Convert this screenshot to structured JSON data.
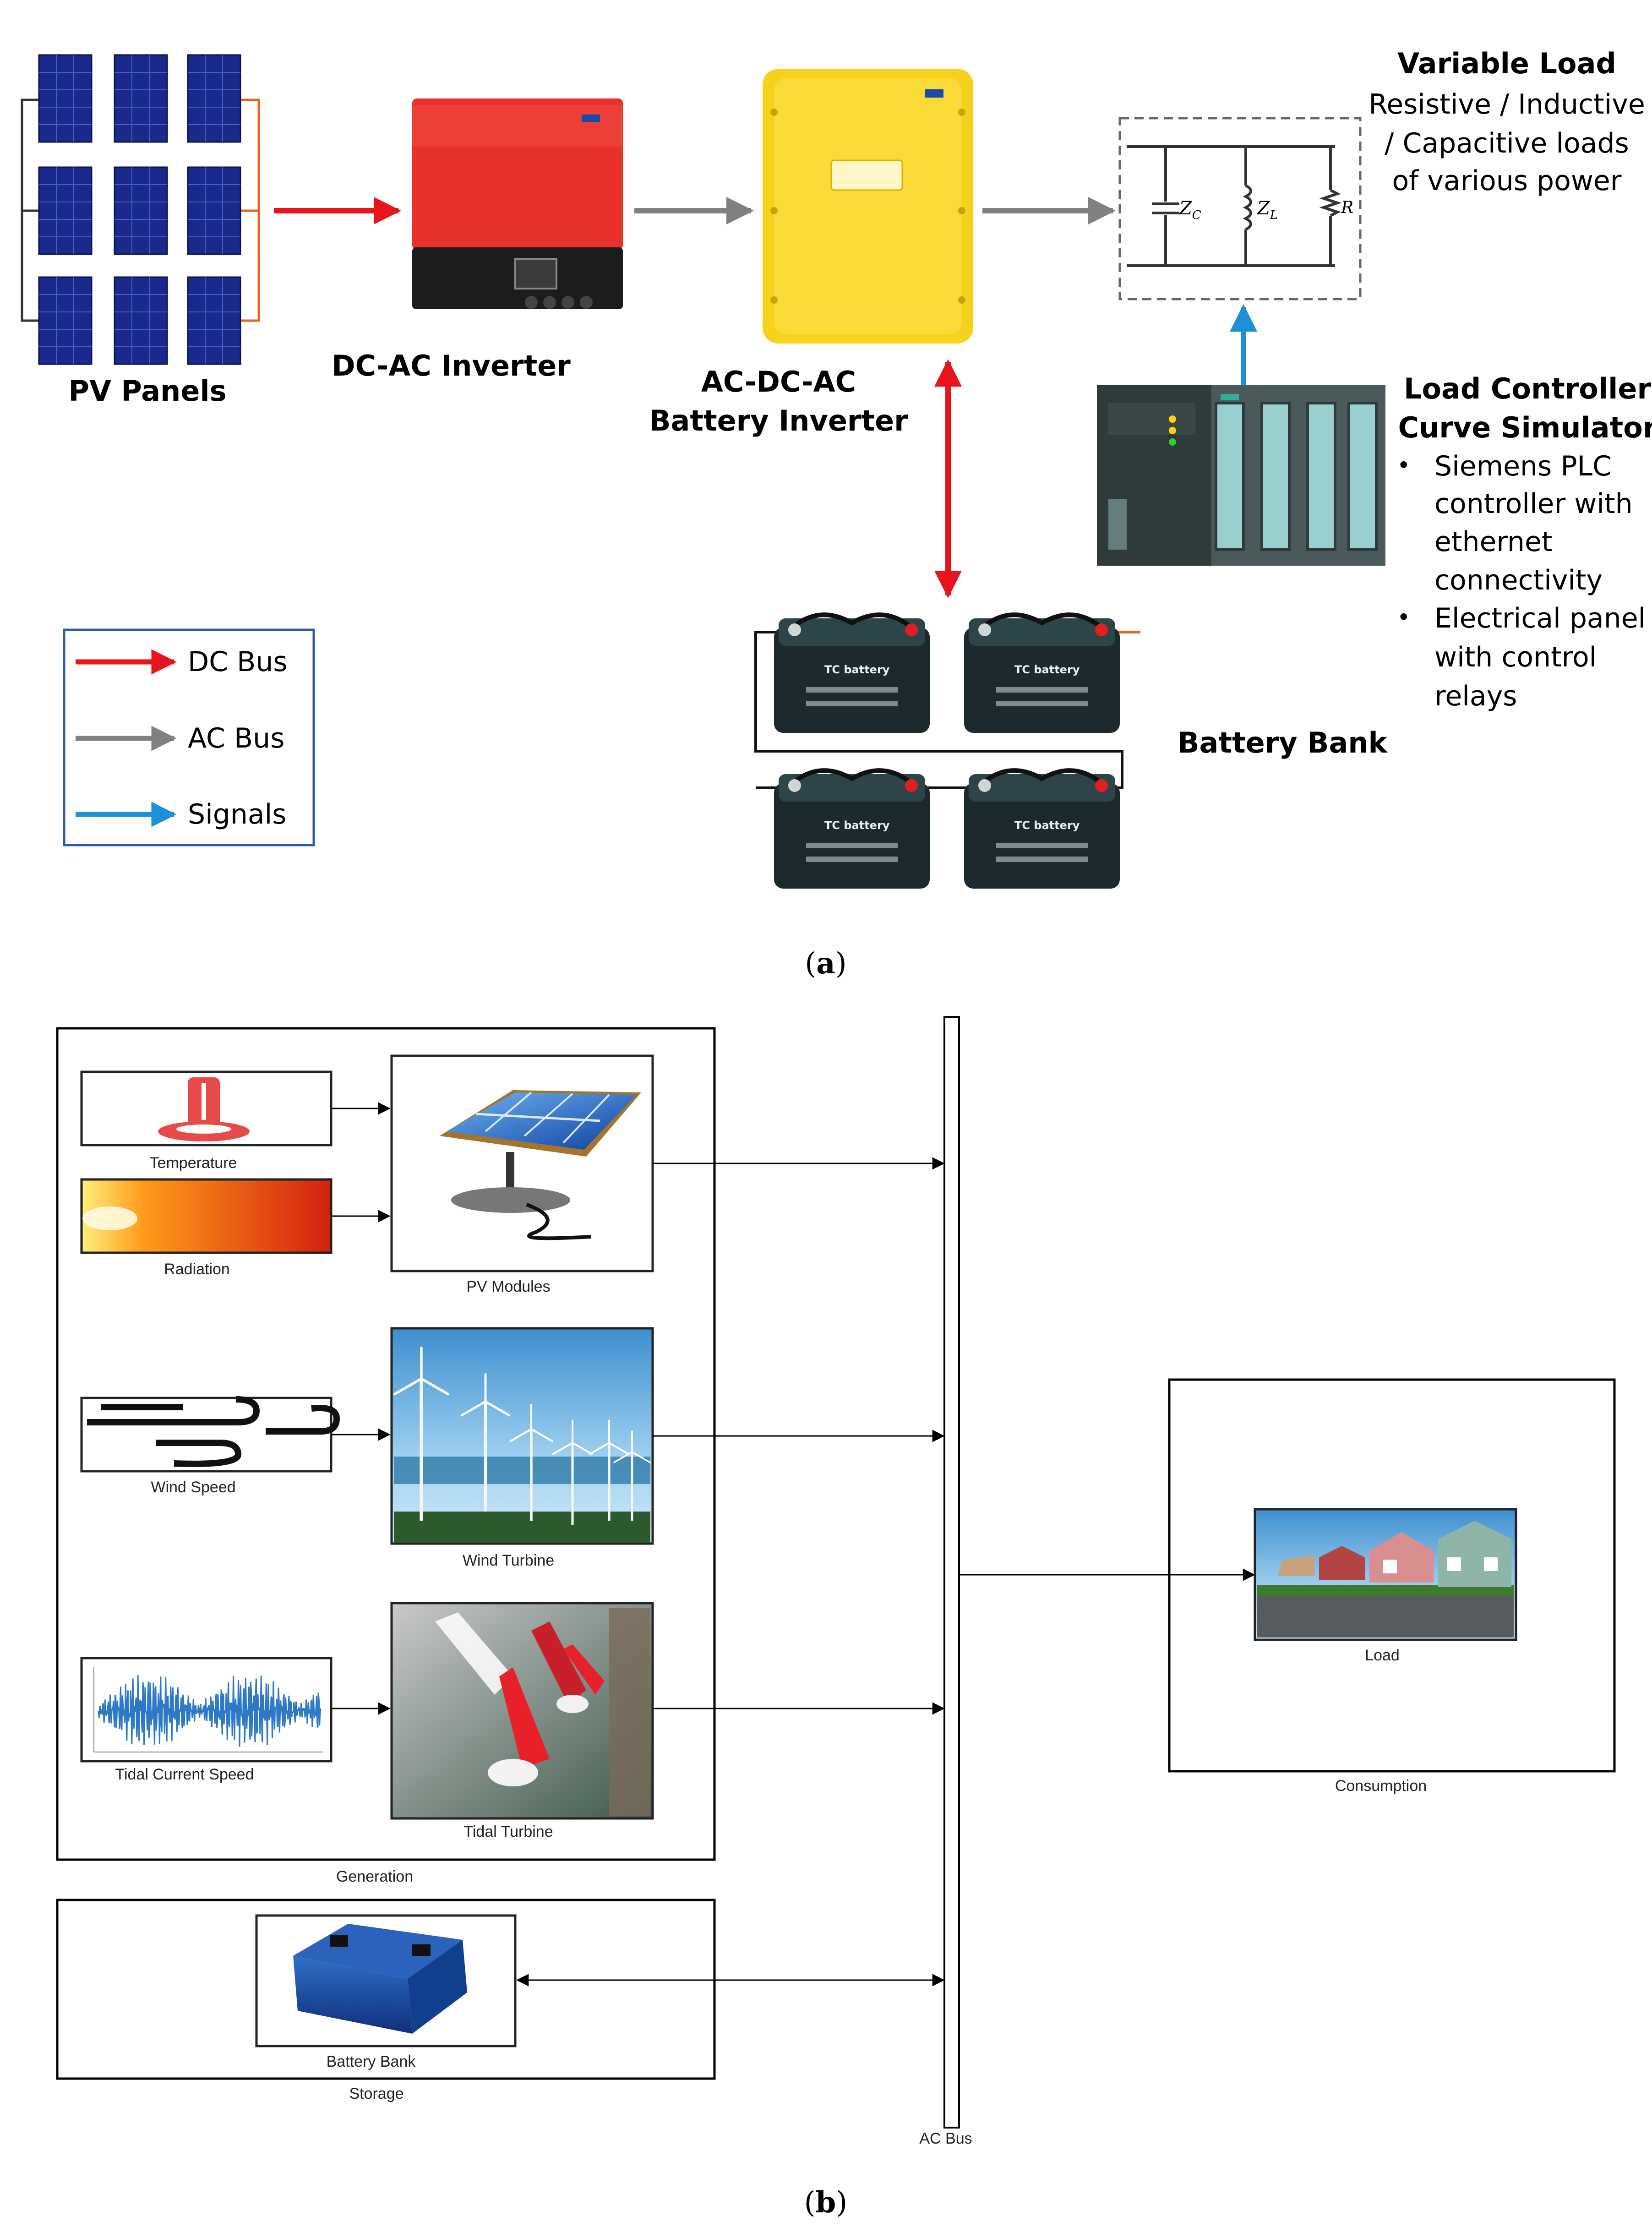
{
  "panel_a": {
    "caption": "(a)",
    "caption_letter": "a",
    "pv_label": "PV Panels",
    "dcac_label": "DC-AC Inverter",
    "acdcac_label_1": "AC-DC-AC",
    "acdcac_label_2": "Battery Inverter",
    "variable_load": {
      "title": "Variable Load",
      "line1": "Resistive / Inductive",
      "line2": "/ Capacitive loads",
      "line3": "of various power"
    },
    "impedance_labels": {
      "zc": "Z",
      "zc_sub": "C",
      "zl": "Z",
      "zl_sub": "L",
      "r": "R"
    },
    "load_controller": {
      "title1": "Load Controller",
      "title2": "Curve Simulator",
      "bullet1": [
        "Siemens PLC",
        "controller with",
        "ethernet",
        "connectivity"
      ],
      "bullet2": [
        "Electrical panel",
        "with control",
        "relays"
      ]
    },
    "battery_bank_label": "Battery Bank",
    "battery_brand": "TC battery",
    "legend": [
      {
        "label": "DC Bus",
        "color": "#e8141b"
      },
      {
        "label": "AC Bus",
        "color": "#808080"
      },
      {
        "label": "Signals",
        "color": "#1e90d8"
      }
    ]
  },
  "panel_b": {
    "caption": "(b)",
    "caption_letter": "b",
    "generation_label": "Generation",
    "storage_label": "Storage",
    "consumption_label": "Consumption",
    "ac_bus_label": "AC Bus",
    "blocks": {
      "temperature": "Temperature",
      "radiation": "Radiation",
      "pv_modules": "PV Modules",
      "wind_speed": "Wind Speed",
      "wind_turbine": "Wind Turbine",
      "tidal_speed": "Tidal Current Speed",
      "tidal_turbine": "Tidal Turbine",
      "battery_bank": "Battery Bank",
      "load": "Load"
    }
  },
  "colors": {
    "dc_bus": "#e8141b",
    "ac_bus": "#808080",
    "signals": "#1e90d8",
    "inverter_red": "#e8312c",
    "inverter_yellow": "#f7d21c",
    "pv_blue": "#1a2a8a"
  }
}
